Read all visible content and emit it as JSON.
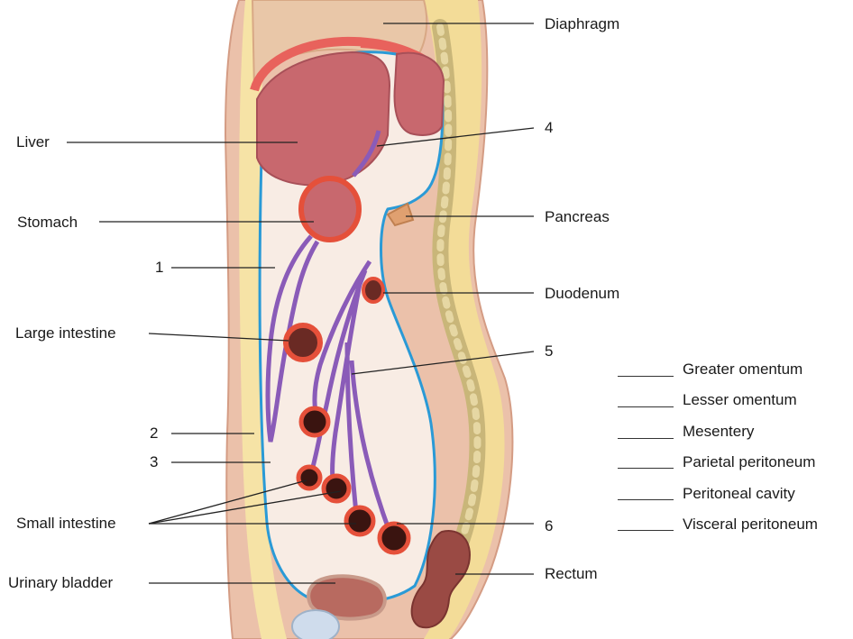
{
  "labels": {
    "diaphragm": "Diaphragm",
    "liver": "Liver",
    "stomach": "Stomach",
    "pancreas": "Pancreas",
    "duodenum": "Duodenum",
    "large_intestine": "Large intestine",
    "small_intestine": "Small intestine",
    "urinary_bladder": "Urinary bladder",
    "rectum": "Rectum"
  },
  "numbers": {
    "n1": "1",
    "n2": "2",
    "n3": "3",
    "n4": "4",
    "n5": "5",
    "n6": "6"
  },
  "key": [
    "Greater omentum",
    "Lesser omentum",
    "Mesentery",
    "Parietal peritoneum",
    "Peritoneal cavity",
    "Visceral peritoneum"
  ],
  "colors": {
    "skin": "#e8b9a2",
    "fat": "#f6e3a6",
    "muscle": "#c9787a",
    "organ": "#c8686e",
    "peritoneum_blue": "#2a9ad6",
    "mesentery_purple": "#8a5bb8",
    "cavity": "#f8ece4",
    "intestine_wall": "#e5503a",
    "spine": "#c4b27a"
  }
}
